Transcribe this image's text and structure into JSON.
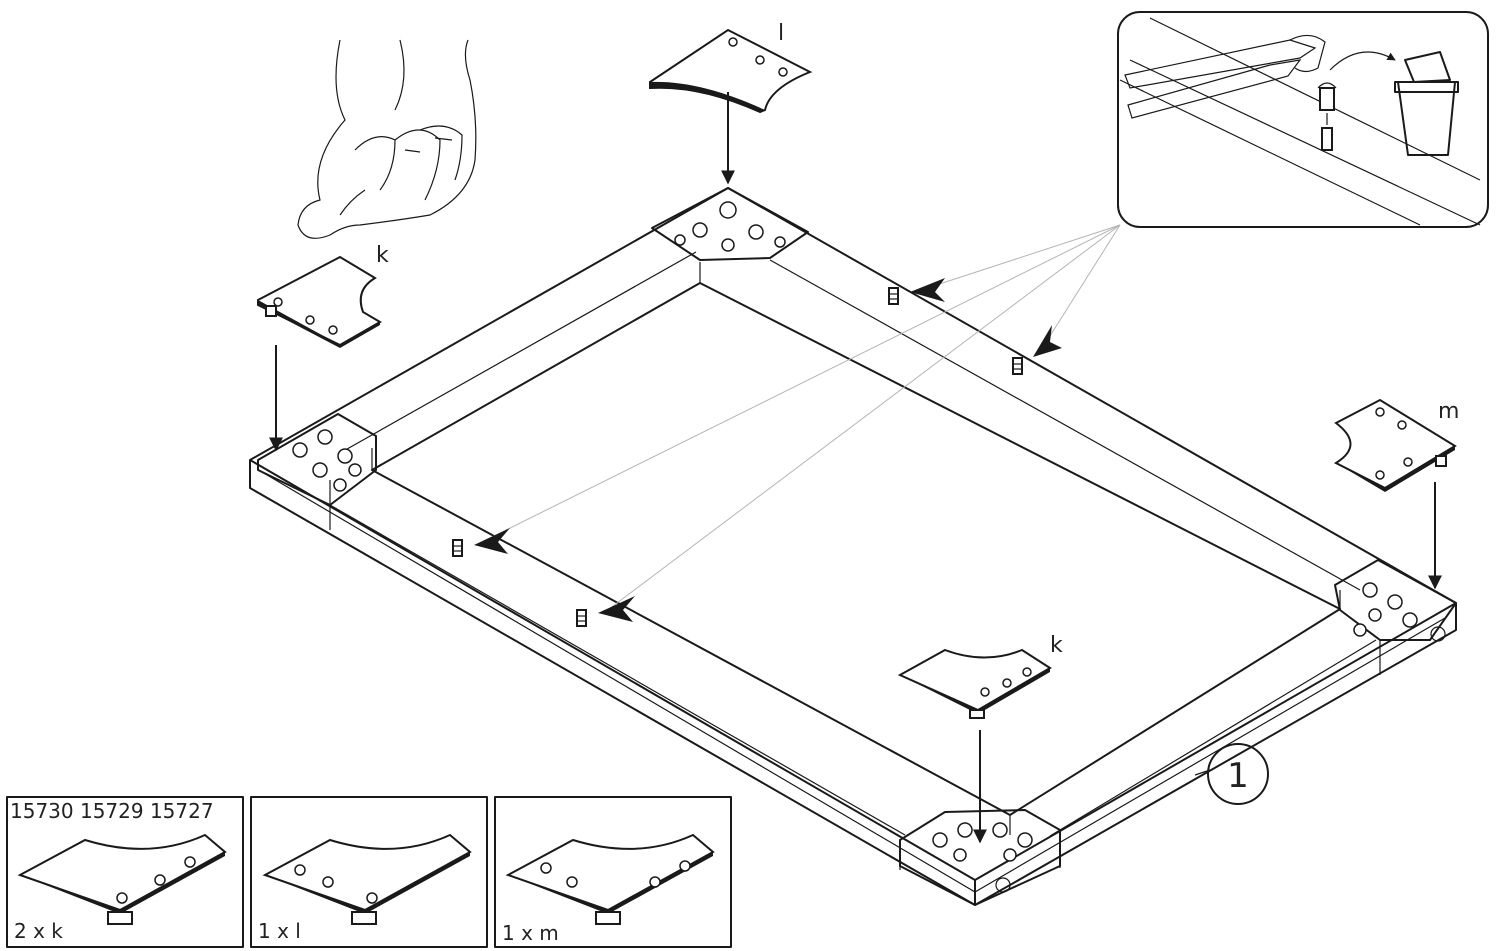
{
  "labels": {
    "top_plate": "l",
    "left_plate": "k",
    "right_plate": "m",
    "front_plate": "k",
    "step_number": "1"
  },
  "parts_boxes": [
    {
      "codes": "15730 15729 15727",
      "quantity": "2 x k"
    },
    {
      "codes": "",
      "quantity": "1 x l"
    },
    {
      "codes": "",
      "quantity": "1 x m"
    }
  ],
  "icons": {
    "hand": "hand-press-icon",
    "pliers": "pliers-remove-pin-icon",
    "bin": "trash-bin-icon",
    "arrow": "arrow-down-icon"
  }
}
